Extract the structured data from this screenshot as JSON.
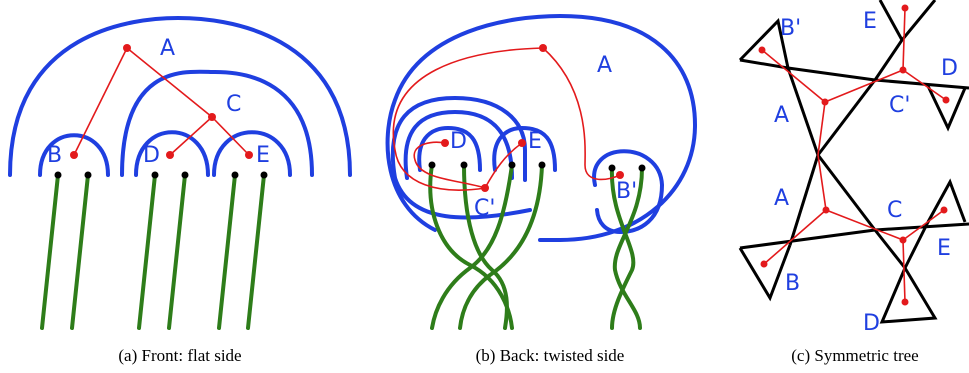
{
  "colors": {
    "surface": "#1f3fe0",
    "tree": "#e31a1c",
    "strand": "#2e7d1a",
    "polygon": "#000000",
    "puncture": "#000000"
  },
  "panel_a": {
    "caption": "(a) Front: flat side",
    "labels": {
      "A": "A",
      "B": "B",
      "C": "C",
      "D": "D",
      "E": "E"
    }
  },
  "panel_b": {
    "caption": "(b) Back: twisted side",
    "labels": {
      "A": "A",
      "D": "D",
      "E": "E",
      "B_prime": "B'",
      "C_prime": "C'"
    }
  },
  "panel_c": {
    "caption": "(c) Symmetric tree",
    "labels": {
      "B_prime": "B'",
      "E_top": "E",
      "D_top": "D",
      "A_upper": "A",
      "C_prime": "C'",
      "A_lower": "A",
      "C": "C",
      "E_bottom": "E",
      "B": "B",
      "D_bottom": "D"
    }
  }
}
